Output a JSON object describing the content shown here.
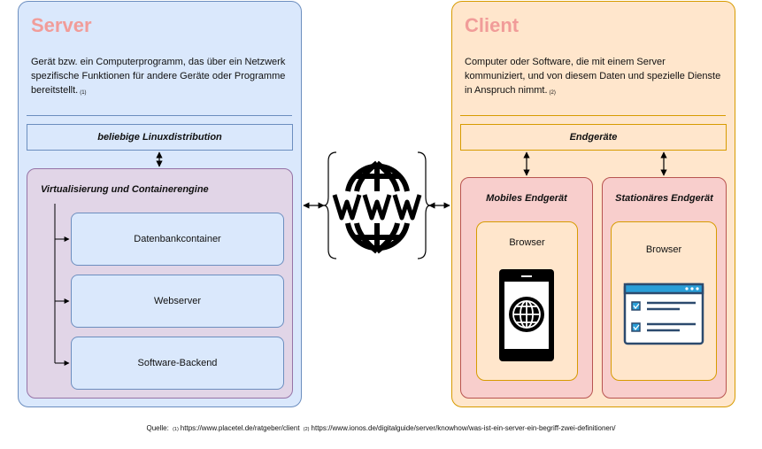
{
  "server": {
    "title": "Server",
    "description": "Gerät bzw. ein Computerprogramm, das über ein Netzwerk spezifische Funktionen für andere Geräte oder Programme bereitstellt.",
    "ref": "(1)",
    "os_label": "beliebige Linuxdistribution",
    "virt_title": "Virtualisierung und Containerengine",
    "containers": [
      "Datenbankcontainer",
      "Webserver",
      "Software-Backend"
    ]
  },
  "client": {
    "title": "Client",
    "description": "Computer oder Software, die mit einem Server kommuniziert, und von diesem Daten und spezielle Dienste in Anspruch nimmt.",
    "ref": "(2)",
    "devices_label": "Endgeräte",
    "mobile_title": "Mobiles Endgerät",
    "stationary_title": "Stationäres Endgerät",
    "browser_label": "Browser"
  },
  "center": {
    "icon": "www-globe-icon"
  },
  "footer": {
    "prefix": "Quelle:",
    "ref1": "(1)",
    "url1": "https://www.placetel.de/ratgeber/client",
    "ref2": "(2)",
    "url2": "https://www.ionos.de/digitalguide/server/knowhow/was-ist-ein-server-ein-begriff-zwei-definitionen/"
  },
  "colors": {
    "title": "#f19c99",
    "server_bg": "#dae8fc",
    "client_bg": "#ffe6cc",
    "virt_bg": "#e1d5e7",
    "device_bg": "#f8cecc"
  }
}
